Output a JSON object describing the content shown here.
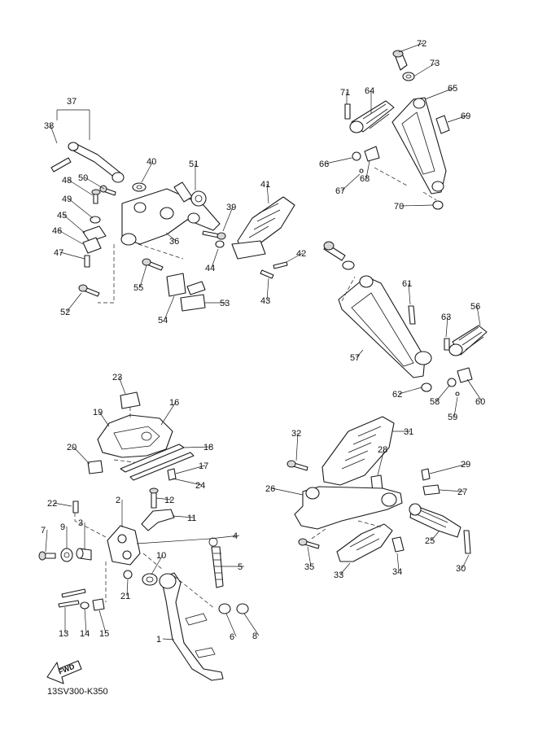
{
  "diagram": {
    "code": "13SV300-K350",
    "fwd_label": "FWD",
    "part_numbers": [
      "1",
      "2",
      "3",
      "4",
      "5",
      "6",
      "7",
      "8",
      "9",
      "10",
      "11",
      "12",
      "13",
      "14",
      "15",
      "16",
      "17",
      "18",
      "19",
      "20",
      "21",
      "22",
      "23",
      "24",
      "25",
      "26",
      "27",
      "28",
      "29",
      "30",
      "31",
      "32",
      "33",
      "34",
      "35",
      "36",
      "37",
      "38",
      "39",
      "40",
      "41",
      "42",
      "43",
      "44",
      "45",
      "46",
      "47",
      "48",
      "49",
      "50",
      "51",
      "52",
      "53",
      "54",
      "55",
      "56",
      "57",
      "58",
      "59",
      "60",
      "61",
      "62",
      "63",
      "64",
      "65",
      "66",
      "67",
      "68",
      "69",
      "70",
      "71",
      "72",
      "73"
    ]
  }
}
